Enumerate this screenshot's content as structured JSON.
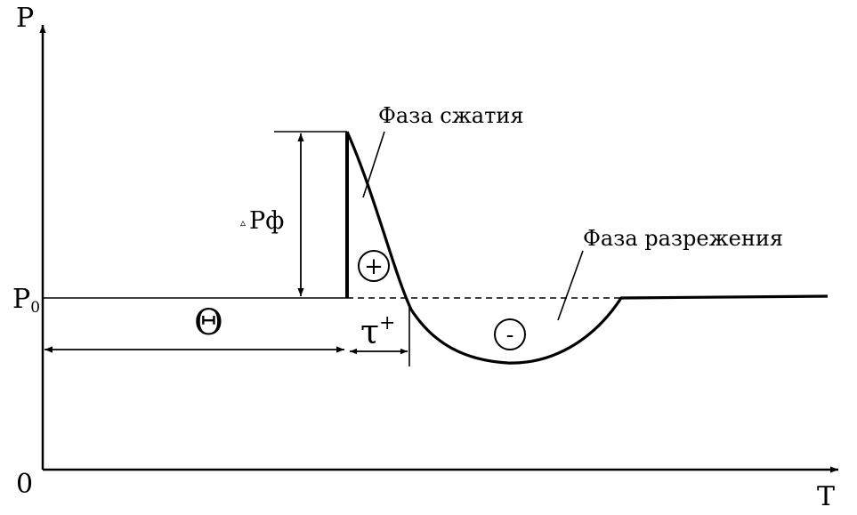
{
  "axes": {
    "y_label": "P",
    "x_label": "T",
    "origin_label": "0",
    "baseline_label_main": "P",
    "baseline_label_sub": "0"
  },
  "labels": {
    "compression_phase": "Фаза сжатия",
    "rarefaction_phase": "Фаза разрежения",
    "overpressure_triangle": "▵",
    "overpressure": "Рф",
    "arrival_time": "Θ",
    "positive_duration_main": "τ",
    "positive_duration_sup": "+",
    "positive_sign": "+",
    "negative_sign": "-"
  },
  "colors": {
    "ink": "#000000",
    "background": "#ffffff"
  }
}
